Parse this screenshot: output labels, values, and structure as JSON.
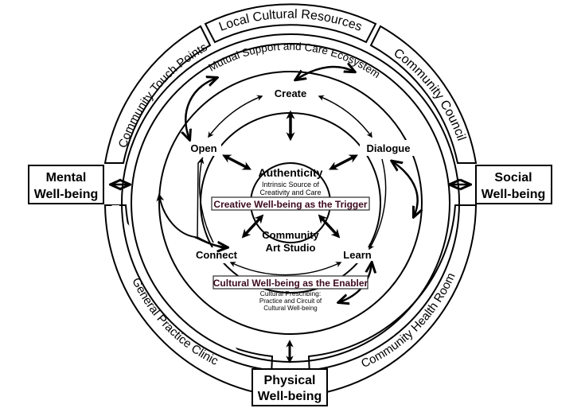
{
  "outer_segments": {
    "top": "Local Cultural Resources",
    "top_left": "Community Touch Points",
    "top_right": "Community Council",
    "bottom_left": "General Practice Clinic",
    "bottom_right": "Community Health Room"
  },
  "ecosystem_label": "Mutual Support and Care Ecosystem",
  "wellbeing_boxes": {
    "left": {
      "line1": "Mental",
      "line2": "Well-being"
    },
    "right": {
      "line1": "Social",
      "line2": "Well-being"
    },
    "bottom": {
      "line1": "Physical",
      "line2": "Well-being"
    }
  },
  "cycle_nodes": {
    "create": "Create",
    "open": "Open",
    "dialogue": "Dialogue",
    "connect": "Connect",
    "learn": "Learn"
  },
  "core": {
    "title": "Authenticity",
    "subtitle_line1": "Intrinsic Source of",
    "subtitle_line2": "Creativity and Care",
    "studio_line1": "Community",
    "studio_line2": "Art Studio"
  },
  "banners": {
    "trigger": "Creative Well-being as the Trigger",
    "enabler": "Cultural Well-being as the Enabler"
  },
  "prescribing": {
    "line1": "Cultural Prescribing:",
    "line2": "Practice and Circuit of",
    "line3": "Cultural Well-being"
  },
  "colors": {
    "banner_text": "#3b0a1e",
    "stroke": "#000000"
  }
}
